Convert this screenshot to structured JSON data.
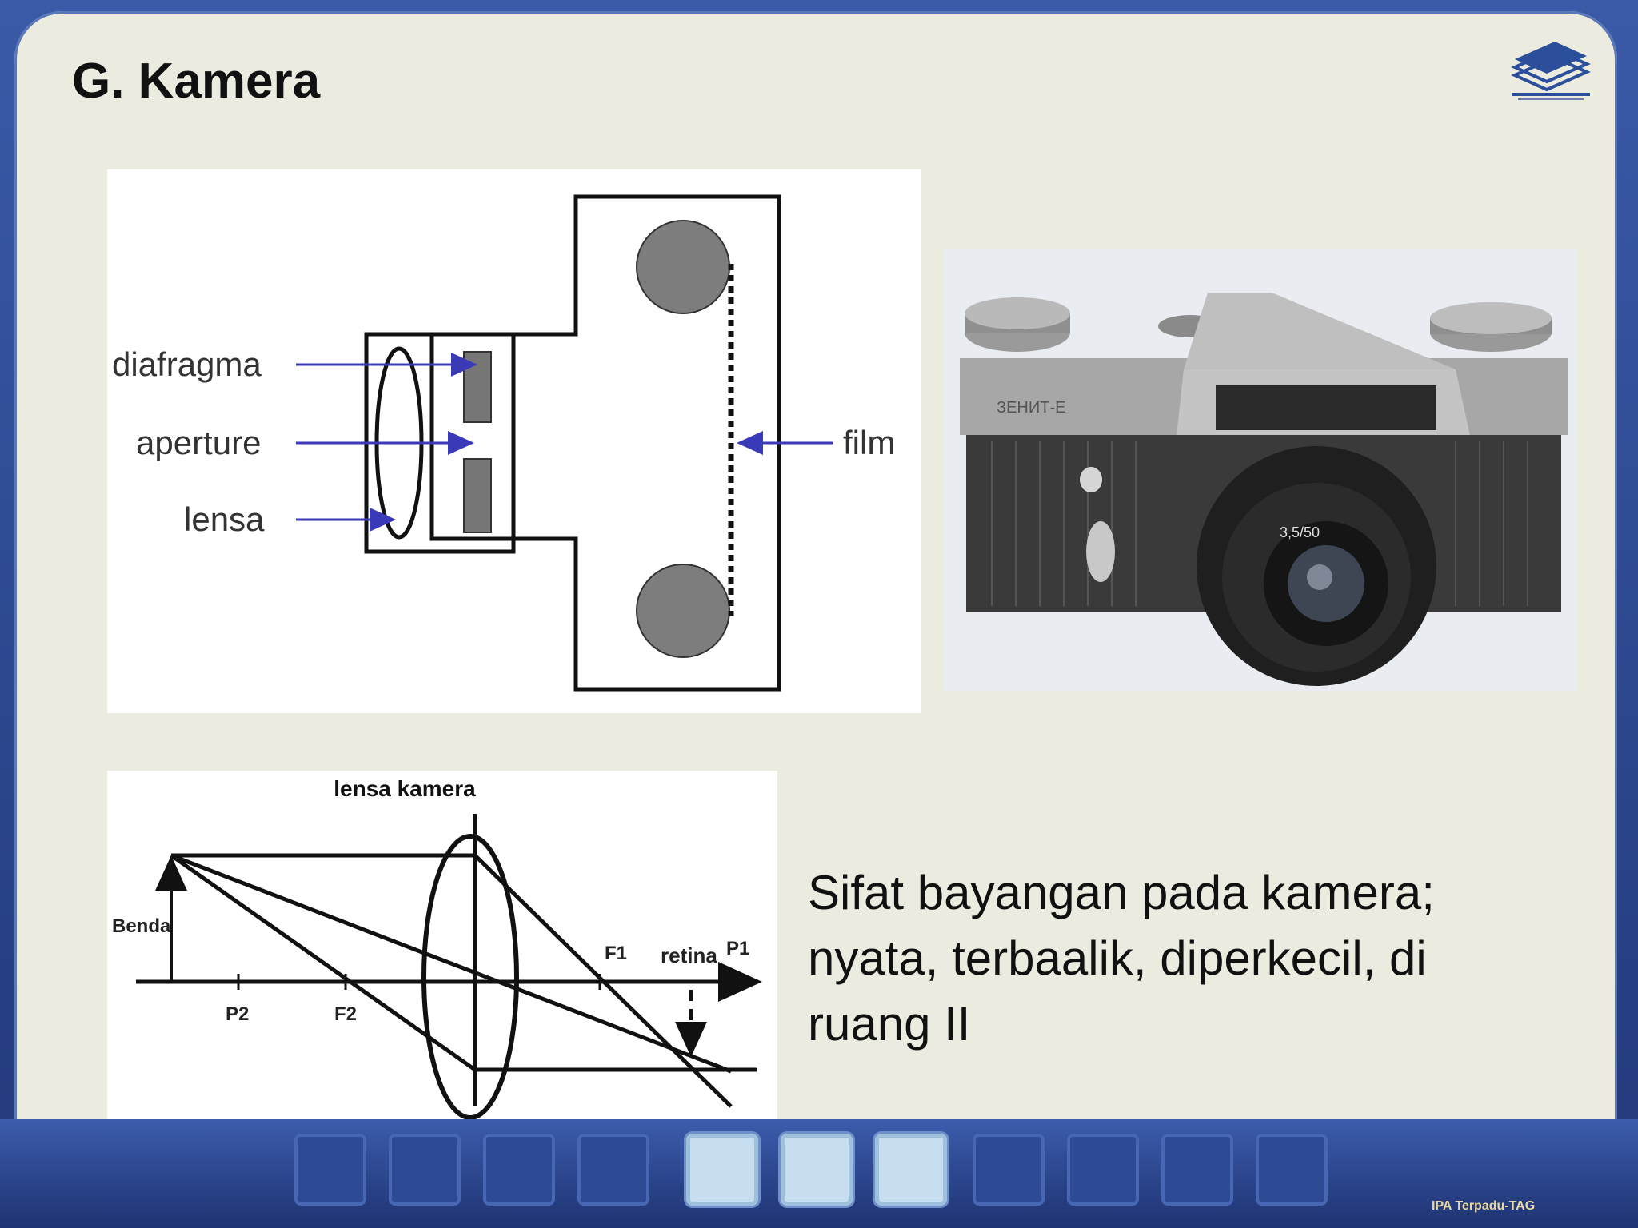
{
  "slide": {
    "title": "G. Kamera",
    "caption_lines": [
      "Sifat bayangan pada kamera;",
      "nyata, terbaalik, diperkecil, di",
      "ruang II"
    ],
    "footer": "IPA Terpadu-TAG",
    "colors": {
      "background": "#ecebdf",
      "border": "#2f4a8c",
      "arrow": "#3a3ab8"
    }
  },
  "camera_diagram": {
    "labels": {
      "diafragma": "diafragma",
      "aperture": "aperture",
      "lensa": "lensa",
      "film": "film"
    }
  },
  "lens_diagram": {
    "title": "lensa kamera",
    "labels": {
      "benda": "Benda",
      "p2": "P2",
      "f2": "F2",
      "f1": "F1",
      "retina": "retina",
      "p1": "P1"
    }
  },
  "camera_photo": {
    "brand_text": "ЗЕНИТ-Е",
    "lens_text": "3,5/50"
  }
}
